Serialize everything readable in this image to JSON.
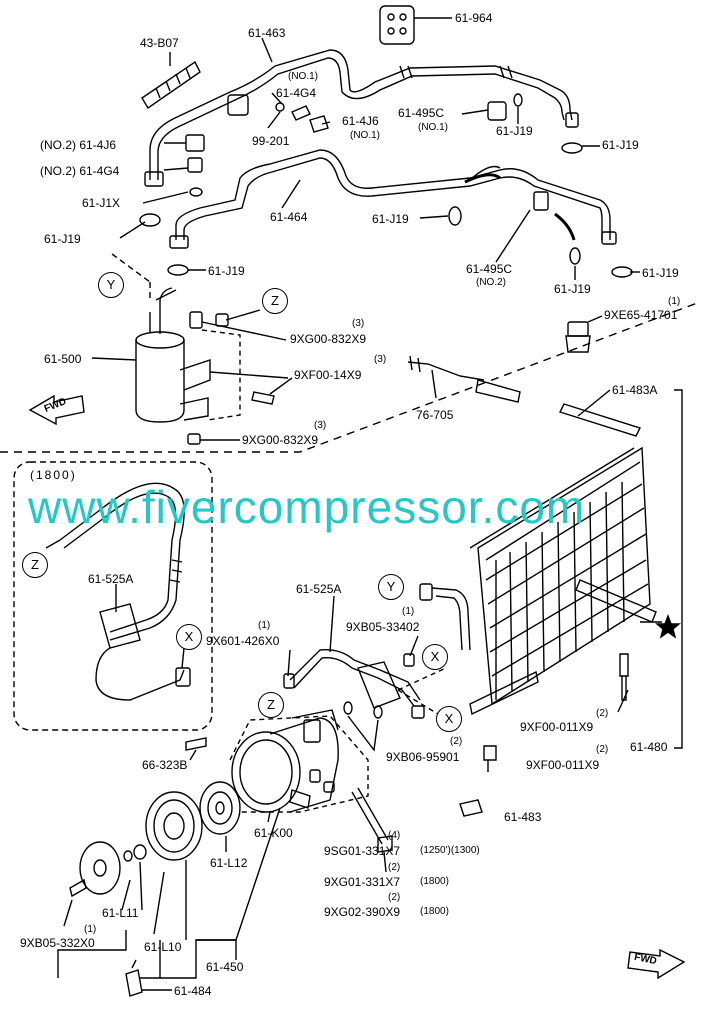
{
  "watermark": "www.fivercompressor.com",
  "inset_label": "(1800)",
  "fwd_label": "FWD",
  "callouts": {
    "x": "X",
    "y": "Y",
    "z": "Z"
  },
  "parts": {
    "p_43b07": "43-B07",
    "p_61463": "61-463",
    "p_61964": "61-964",
    "p_no1_a": "(NO.1)",
    "p_614g4_a": "61-4G4",
    "p_614j6_a": "61-4J6",
    "p_no1_b": "(NO.1)",
    "p_99201": "99-201",
    "p_614j6_b": "(NO.2) 61-4J6",
    "p_614g4_b": "(NO.2) 61-4G4",
    "p_61j1x": "61-J1X",
    "p_61j19_a": "61-J19",
    "p_61495c_1": "61-495C",
    "p_61495c_1_no": "(NO.1)",
    "p_61j19_b": "61-J19",
    "p_61j19_c": "61-J19",
    "p_61464": "61-464",
    "p_61j19_d": "61-J19",
    "p_61j19_e": "61-J19",
    "p_61495c_2": "61-495C",
    "p_61495c_2_no": "(NO.2)",
    "p_61j19_f": "61-J19",
    "p_61j19_g": "61-J19",
    "p_9xe65_qty": "(1)",
    "p_9xe65": "9XE65-41701",
    "p_61500": "61-500",
    "p_9xg00_a_qty": "(3)",
    "p_9xg00_a": "9XG00-832X9",
    "p_9xf00_qty": "(3)",
    "p_9xf00": "9XF00-14X9",
    "p_76705": "76-705",
    "p_9xg00_b_qty": "(3)",
    "p_9xg00_b": "9XG00-832X9",
    "p_61483a": "61-483A",
    "p_61525a_inset": "61-525A",
    "p_61525a": "61-525A",
    "p_9x601_qty": "(1)",
    "p_9x601": "9X601-426X0",
    "p_9xb05_qty": "(1)",
    "p_9xb05": "9XB05-33402",
    "p_9xf00_011_a_qty": "(2)",
    "p_9xf00_011_a": "9XF00-011X9",
    "p_61480": "61-480",
    "p_9xb06_qty": "(2)",
    "p_9xb06": "9XB06-95901",
    "p_9xf00_011_b_qty": "(2)",
    "p_9xf00_011_b": "9XF00-011X9",
    "p_66323b": "66-323B",
    "p_61k00": "61-K00",
    "p_61483": "61-483",
    "p_9sg01_qty": "(4)",
    "p_9sg01": "9SG01-331X7",
    "p_9sg01_note": "(1250')(1300)",
    "p_9xg01_qty": "(2)",
    "p_9xg01": "9XG01-331X7",
    "p_9xg01_note": "(1800)",
    "p_9xg02_qty": "(2)",
    "p_9xg02": "9XG02-390X9",
    "p_9xg02_note": "(1800)",
    "p_61l12": "61-L12",
    "p_61l11": "61-L11",
    "p_9xb05_332_qty": "(1)",
    "p_9xb05_332": "9XB05-332X0",
    "p_61l10": "61-L10",
    "p_61450": "61-450",
    "p_61484": "61-484"
  }
}
